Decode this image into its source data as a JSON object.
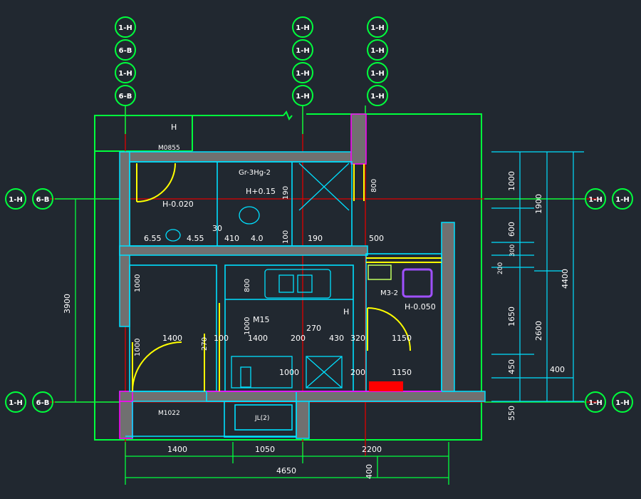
{
  "colors": {
    "background": "#212830",
    "axis": "#00ff3c",
    "axis_line": "#e00000",
    "wall": "#00e0ff",
    "wall_fill": "#808080",
    "dim": "#00e0ff",
    "dim_text": "#ffffff",
    "door": "#ffff00",
    "magenta": "#ff00ff",
    "purple": "#a050ff",
    "red": "#ff0000",
    "text": "#ffffff"
  },
  "axis_bubbles": {
    "top_left": [
      "1-H",
      "6-B",
      "1-H",
      "6-B"
    ],
    "top_middle": [
      "1-H",
      "1-H",
      "1-H",
      "1-H"
    ],
    "top_right": [
      "1-H",
      "1-H",
      "1-H",
      "1-H"
    ],
    "left_upper": [
      "1-H",
      "6-B"
    ],
    "left_lower": [
      "1-H",
      "6-B"
    ],
    "right_upper": [
      "1-H",
      "1-H"
    ],
    "right_lower": [
      "1-H",
      "1-H"
    ]
  },
  "labels": {
    "h_top": "H",
    "door_top": "M0855",
    "fixture_tag": "Gr-3Hg-2",
    "level_1": "H+0.15",
    "level_2": "H-0.020",
    "level_3": "H-0.050",
    "room_mid": "M15",
    "room_right": "M3-2",
    "h_mid": "H",
    "door_bottom": "M1022",
    "shaft": "JL(2)"
  },
  "dims": {
    "row1": [
      "6.55",
      "4.55",
      "30",
      "410",
      "4.0",
      "190"
    ],
    "v1": "1000",
    "v2": "800",
    "v3": "1000",
    "v4": "1000",
    "mid_row": [
      "1400",
      "100",
      "1400",
      "200",
      "270",
      "430",
      "320",
      "1150"
    ],
    "low_row": [
      "1000",
      "200",
      "1150"
    ],
    "bottom_row": [
      "1400",
      "1050",
      "2200"
    ],
    "bottom_total": "4650",
    "bottom_400": "400",
    "left_total": "3900",
    "right_chain": [
      "1000",
      "600",
      "300",
      "200",
      "1650",
      "450",
      "550"
    ],
    "right_outer": [
      "1900",
      "4400",
      "2600"
    ],
    "right_400": "400",
    "right_800": "800",
    "v_190": "190",
    "v_500": "500",
    "v_270": "270",
    "v_100": "100"
  }
}
